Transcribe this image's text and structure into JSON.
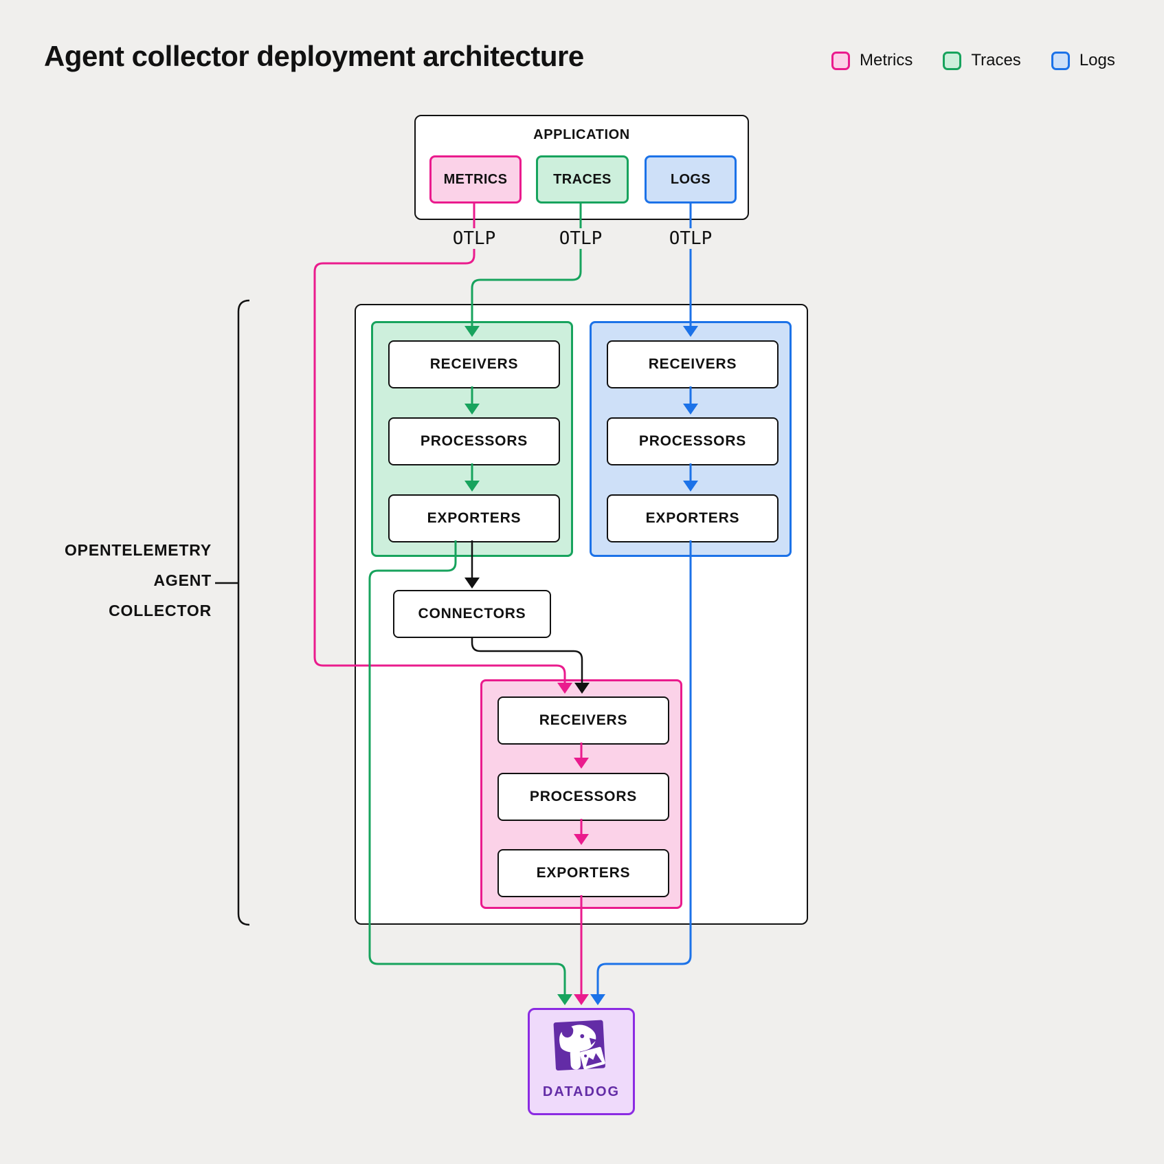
{
  "title": "Agent collector deployment architecture",
  "legend": {
    "items": [
      {
        "label": "Metrics"
      },
      {
        "label": "Traces"
      },
      {
        "label": "Logs"
      }
    ]
  },
  "application": {
    "label": "APPLICATION",
    "signals": [
      {
        "label": "METRICS",
        "protocol": "OTLP"
      },
      {
        "label": "TRACES",
        "protocol": "OTLP"
      },
      {
        "label": "LOGS",
        "protocol": "OTLP"
      }
    ]
  },
  "collector": {
    "label_lines": [
      "OPENTELEMETRY",
      "AGENT",
      "COLLECTOR"
    ],
    "connectors_label": "CONNECTORS",
    "pipelines": [
      {
        "name": "traces",
        "stages": [
          "RECEIVERS",
          "PROCESSORS",
          "EXPORTERS"
        ]
      },
      {
        "name": "logs",
        "stages": [
          "RECEIVERS",
          "PROCESSORS",
          "EXPORTERS"
        ]
      },
      {
        "name": "metrics",
        "stages": [
          "RECEIVERS",
          "PROCESSORS",
          "EXPORTERS"
        ]
      }
    ]
  },
  "destination": {
    "label": "DATADOG"
  },
  "colors": {
    "background": "#F0EFED",
    "ink": "#111111",
    "metrics": "#EA1B8D",
    "metrics_fill": "#FBD2E8",
    "traces": "#17A35D",
    "traces_fill": "#CDEFDC",
    "logs": "#1C72E8",
    "logs_fill": "#CEE0F8",
    "datadog_border": "#8B2BE2",
    "datadog_fill": "#EFDAFB",
    "datadog_logo": "#632CA6"
  }
}
